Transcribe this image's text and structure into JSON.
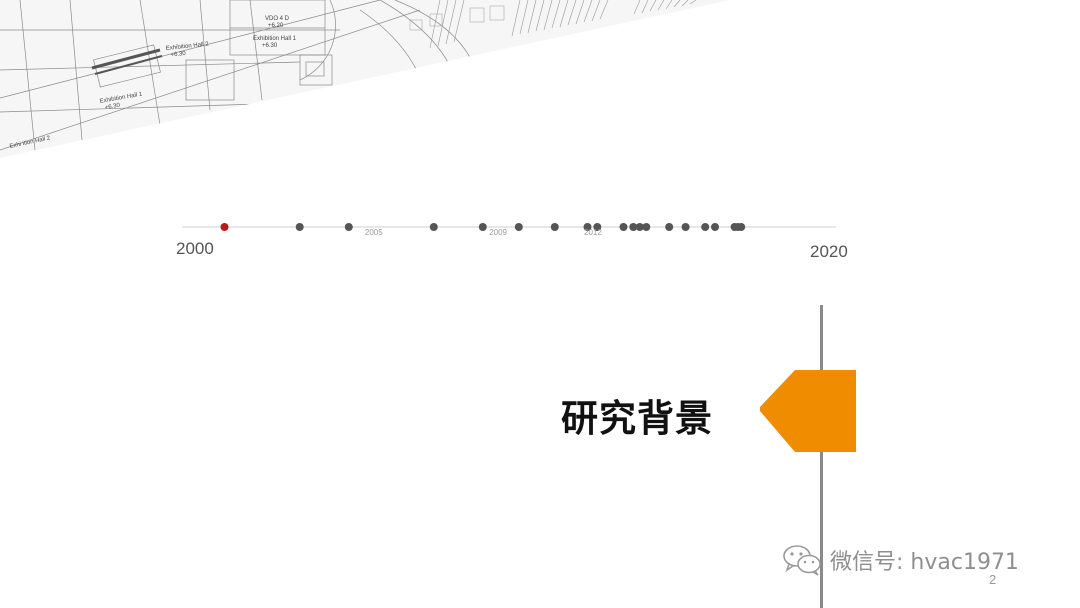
{
  "slide": {
    "title": "研究背景",
    "page_number": "2"
  },
  "timeline": {
    "start_label": "2000",
    "end_label": "2020",
    "tick_labels": [
      {
        "text": "2005",
        "year": 2005.9
      },
      {
        "text": "2009",
        "year": 2009.7
      },
      {
        "text": "2012",
        "year": 2012.6
      }
    ],
    "points": [
      {
        "year": 2001.3,
        "highlight": true
      },
      {
        "year": 2003.6
      },
      {
        "year": 2005.1
      },
      {
        "year": 2007.7
      },
      {
        "year": 2009.2
      },
      {
        "year": 2010.3
      },
      {
        "year": 2011.4
      },
      {
        "year": 2012.4
      },
      {
        "year": 2012.7
      },
      {
        "year": 2013.5
      },
      {
        "year": 2013.8
      },
      {
        "year": 2014.0
      },
      {
        "year": 2014.2
      },
      {
        "year": 2014.9
      },
      {
        "year": 2015.4
      },
      {
        "year": 2016.0
      },
      {
        "year": 2016.3
      },
      {
        "year": 2016.9
      },
      {
        "year": 2017.0
      },
      {
        "year": 2017.1
      }
    ],
    "highlight_color": "#b71c1c",
    "dot_color": "#555555"
  },
  "blueprint_labels": [
    "Exhibition Hall 2\n+6.30",
    "VDO 4 D\n+6.20",
    "Exhibition Hall 1\n+6.30",
    "Exhibition Hall 1\n+6.30",
    "Exhi  ition Hall 2"
  ],
  "accent_color": "#f08c00",
  "watermark": {
    "text": "微信号: hvac1971",
    "icon": "wechat-icon"
  }
}
